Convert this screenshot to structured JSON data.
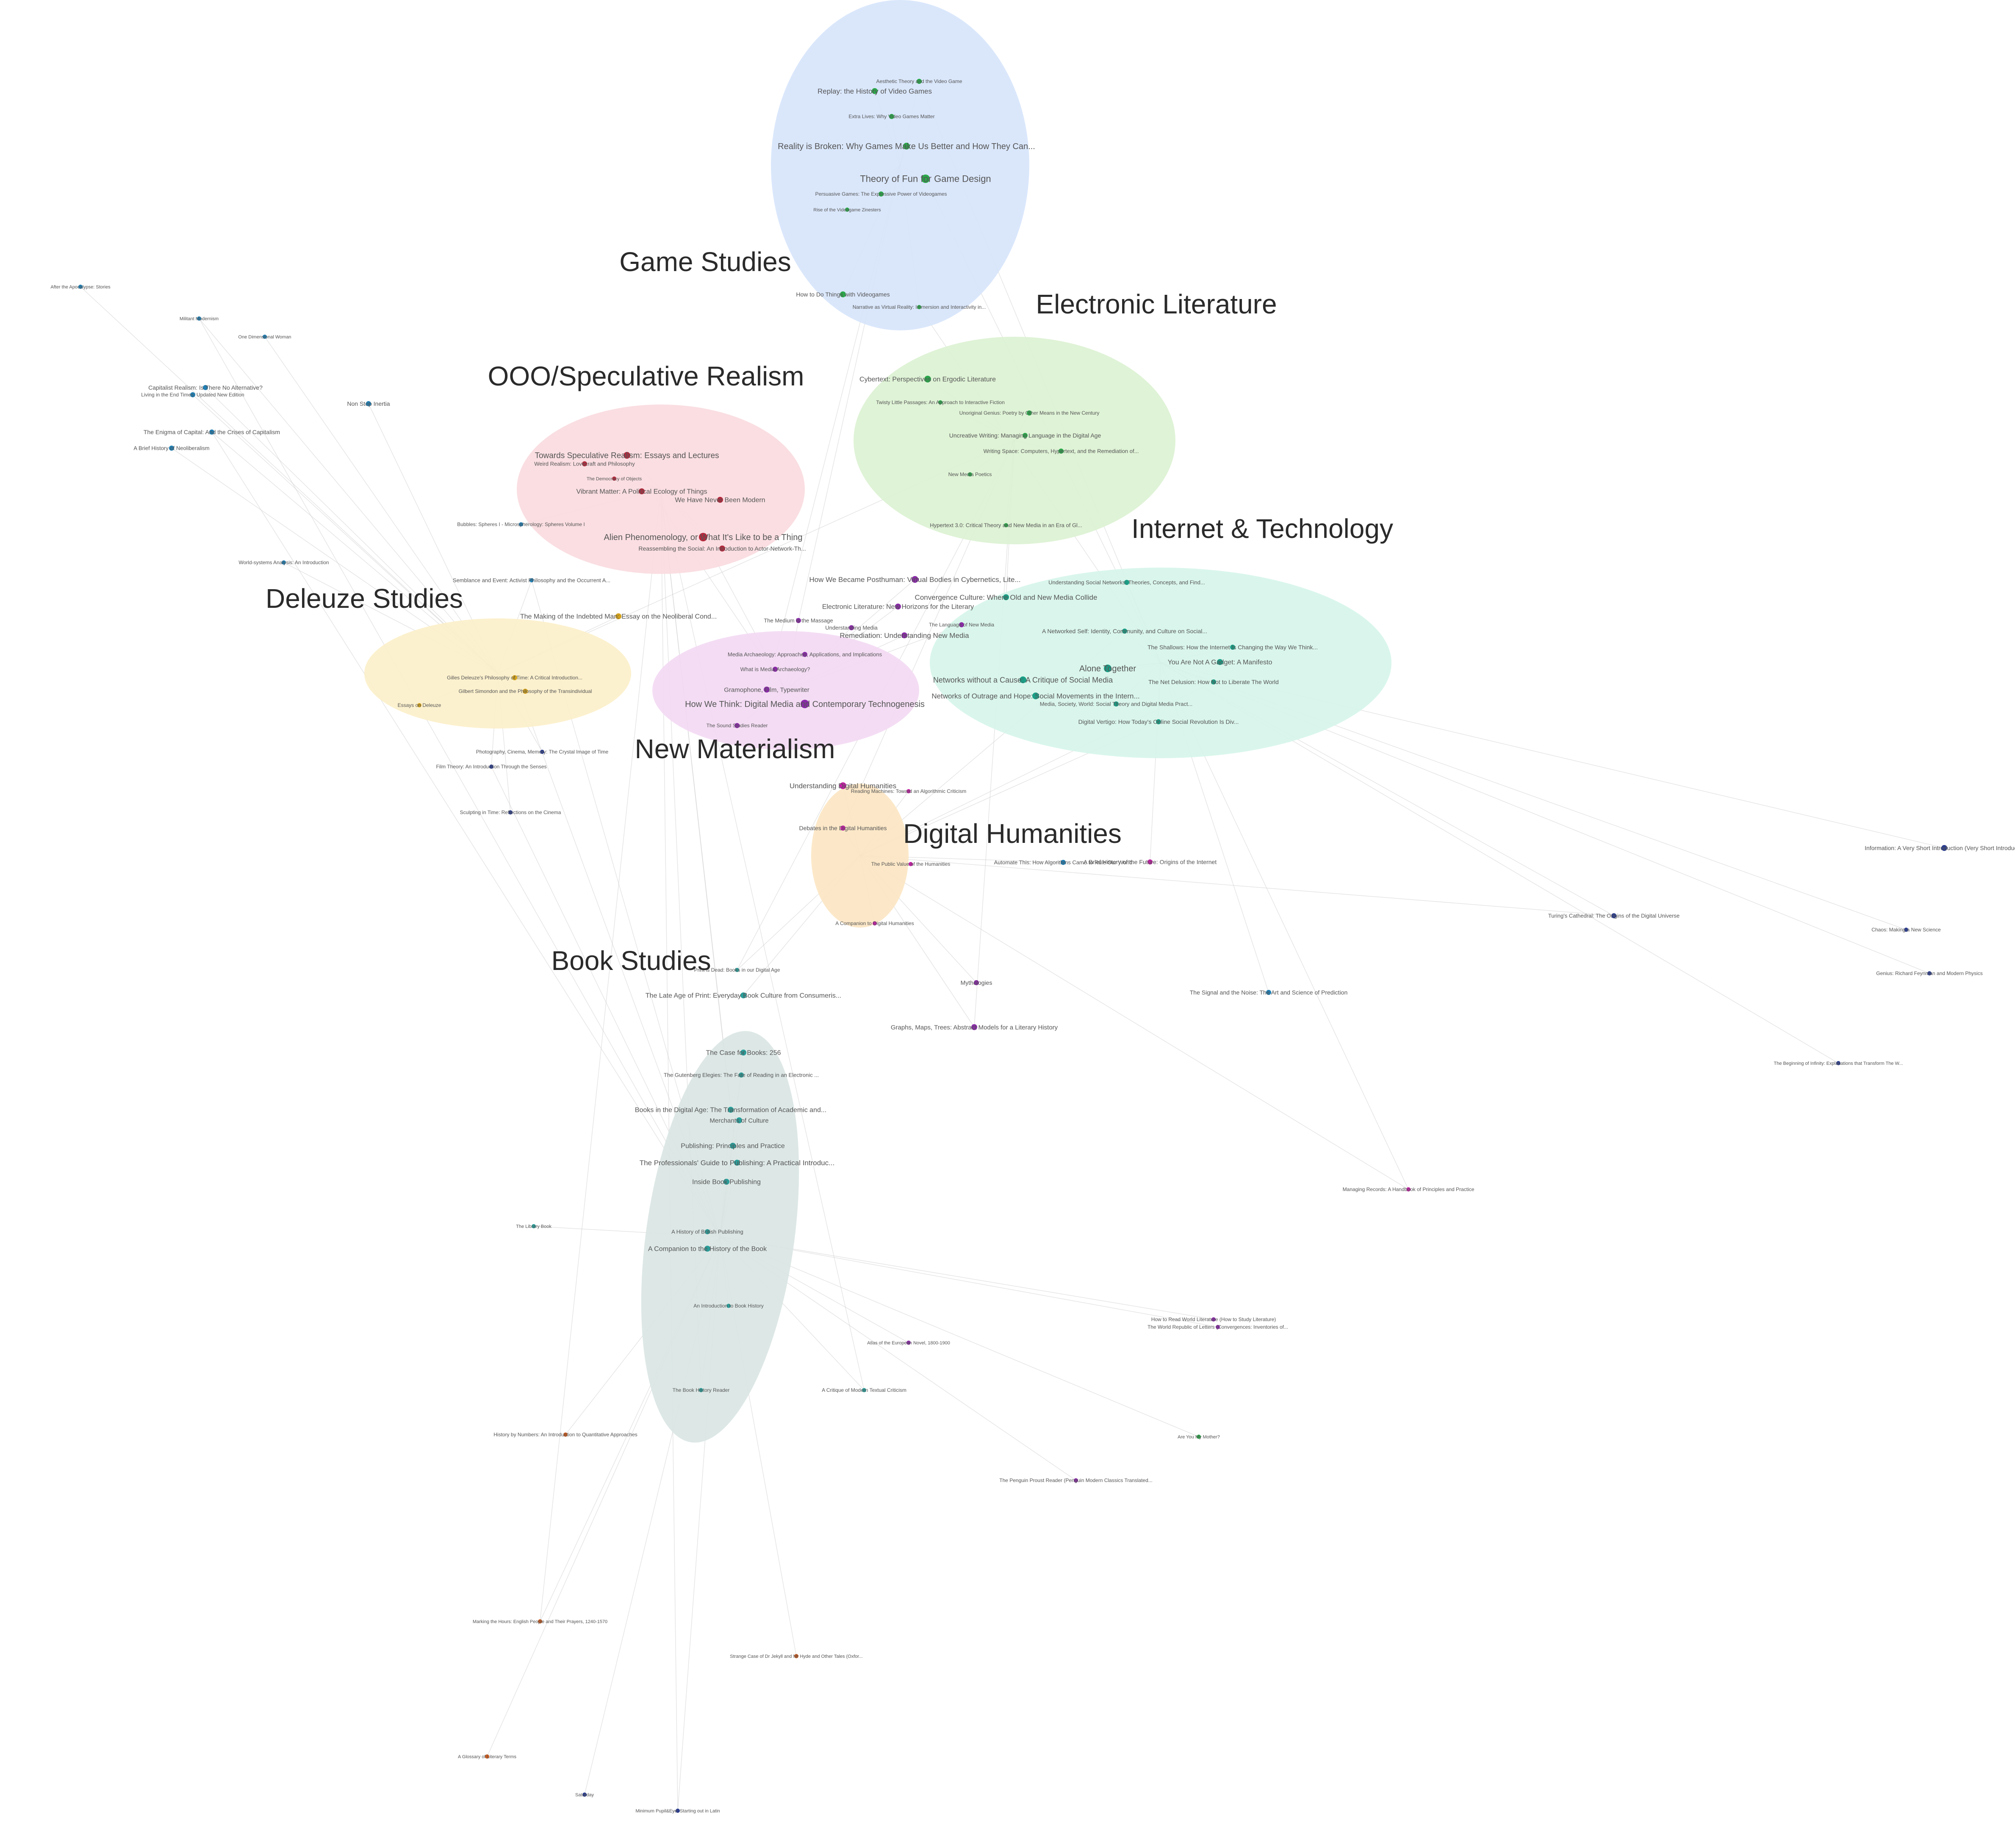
{
  "clusters": [
    {
      "name": "Game Studies",
      "color": "#d6e4fb"
    },
    {
      "name": "Electronic Literature",
      "color": "#dcf2d2"
    },
    {
      "name": "OOO/Speculative Realism",
      "color": "#fadadf"
    },
    {
      "name": "Internet & Technology",
      "color": "#d6f5ea"
    },
    {
      "name": "Deleuze Studies",
      "color": "#fcefc9"
    },
    {
      "name": "New Materialism",
      "color": "#f3d9f3"
    },
    {
      "name": "Digital Humanities",
      "color": "#fce5c2"
    },
    {
      "name": "Book Studies",
      "color": "#d9e6e3"
    }
  ],
  "nodes": [
    {
      "label": "Aesthetic Theory and the Video Game",
      "color": "#2aa84a"
    },
    {
      "label": "Replay: the History of Video Games",
      "color": "#2aa84a"
    },
    {
      "label": "Extra Lives: Why Video Games Matter",
      "color": "#2aa84a"
    },
    {
      "label": "Reality is Broken: Why Games Make Us Better and How They Can...",
      "color": "#2aa84a"
    },
    {
      "label": "Theory of Fun for Game Design",
      "color": "#2aa84a"
    },
    {
      "label": "Persuasive Games: The Expressive Power of Videogames",
      "color": "#2aa84a"
    },
    {
      "label": "Rise of the Videogame Zinesters",
      "color": "#2aa84a"
    },
    {
      "label": "How to Do Things with Videogames",
      "color": "#2aa84a"
    },
    {
      "label": "Narrative as Virtual Reality: Immersion and Interactivity in...",
      "color": "#2aa84a"
    },
    {
      "label": "Cybertext: Perspectives on Ergodic Literature",
      "color": "#2aa84a"
    },
    {
      "label": "Twisty Little Passages: An Approach to Interactive Fiction",
      "color": "#2aa84a"
    },
    {
      "label": "Unoriginal Genius: Poetry by Other Means in the New Century",
      "color": "#2aa84a"
    },
    {
      "label": "Uncreative Writing: Managing Language in the Digital Age",
      "color": "#2aa84a"
    },
    {
      "label": "Writing Space: Computers, Hypertext, and the Remediation of...",
      "color": "#2aa84a"
    },
    {
      "label": "New Media Poetics",
      "color": "#2aa84a"
    },
    {
      "label": "Hypertext 3.0: Critical Theory and New Media in an Era of Gl...",
      "color": "#2aa84a"
    },
    {
      "label": "Towards Speculative Realism: Essays and Lectures",
      "color": "#b5283c"
    },
    {
      "label": "Weird Realism: Lovecraft and Philosophy",
      "color": "#b5283c"
    },
    {
      "label": "Vibrant Matter: A Political Ecology of Things",
      "color": "#b5283c"
    },
    {
      "label": "We Have Never Been Modern",
      "color": "#b5283c"
    },
    {
      "label": "Alien Phenomenology, or What It's Like to be a Thing",
      "color": "#b5283c"
    },
    {
      "label": "Reassembling the Social: An Introduction to Actor-Network-Th...",
      "color": "#b5283c"
    },
    {
      "label": "The Democracy of Objects",
      "color": "#b5283c"
    },
    {
      "label": "Bubbles: Spheres I - Microspherology: Spheres Volume I",
      "color": "#1e7fb5"
    },
    {
      "label": "Semblance and Event: Activist Philosophy and the Occurrent A...",
      "color": "#1e7fb5"
    },
    {
      "label": "How We Became Posthuman: Virtual Bodies in Cybernetics, Lite...",
      "color": "#8a2aa8"
    },
    {
      "label": "Convergence Culture: Where Old and New Media Collide",
      "color": "#1b9e86"
    },
    {
      "label": "Understanding Social Networks: Theories, Concepts, and Find...",
      "color": "#1b9e86"
    },
    {
      "label": "A Networked Self: Identity, Community, and Culture on Social...",
      "color": "#1b9e86"
    },
    {
      "label": "The Shallows: How the Internet Is Changing the Way We Think...",
      "color": "#1b9e86"
    },
    {
      "label": "Alone Together",
      "color": "#1b9e86"
    },
    {
      "label": "You Are Not A Gadget: A Manifesto",
      "color": "#1b9e86"
    },
    {
      "label": "The Net Delusion: How Not to Liberate The World",
      "color": "#1b9e86"
    },
    {
      "label": "Networks without a Cause: A Critique of Social Media",
      "color": "#1b9e86"
    },
    {
      "label": "Networks of Outrage and Hope: Social Movements in the Intern...",
      "color": "#1b9e86"
    },
    {
      "label": "Media, Society, World: Social Theory and Digital Media Pract...",
      "color": "#1b9e86"
    },
    {
      "label": "Digital Vertigo: How Today's Online Social Revolution Is Div...",
      "color": "#1b9e86"
    },
    {
      "label": "The Language of New Media",
      "color": "#8a2aa8"
    },
    {
      "label": "Remediation: Understanding New Media",
      "color": "#8a2aa8"
    },
    {
      "label": "Electronic Literature: New Horizons for the Literary",
      "color": "#8a2aa8"
    },
    {
      "label": "The Medium is the Massage",
      "color": "#8a2aa8"
    },
    {
      "label": "Understanding Media",
      "color": "#8a2aa8"
    },
    {
      "label": "Media Archaeology: Approaches, Applications, and Implications",
      "color": "#8a2aa8"
    },
    {
      "label": "What is Media Archaeology?",
      "color": "#8a2aa8"
    },
    {
      "label": "Gramophone, Film, Typewriter",
      "color": "#8a2aa8"
    },
    {
      "label": "How We Think: Digital Media and Contemporary Technogenesis",
      "color": "#8a2aa8"
    },
    {
      "label": "The Sound Studies Reader",
      "color": "#8a2aa8"
    },
    {
      "label": "The Making of the Indebted Man: Essay on the Neoliberal Cond...",
      "color": "#d4a21a"
    },
    {
      "label": "Gilles Deleuze's Philosophy of Time: A Critical Introduction...",
      "color": "#d4a21a"
    },
    {
      "label": "Gilbert Simondon and the Philosophy of the Transindividual",
      "color": "#d4a21a"
    },
    {
      "label": "Essays on Deleuze",
      "color": "#d4a21a"
    },
    {
      "label": "Photography, Cinema, Memory: The Crystal Image of Time",
      "color": "#2b3d8f"
    },
    {
      "label": "Film Theory: An Introduction Through the Senses",
      "color": "#2b3d8f"
    },
    {
      "label": "Sculpting in Time: Reflections on the Cinema",
      "color": "#2b3d8f"
    },
    {
      "label": "Understanding Digital Humanities",
      "color": "#c21fa5"
    },
    {
      "label": "Reading Machines: Toward an Algorithmic Criticism",
      "color": "#c21fa5"
    },
    {
      "label": "Debates in the Digital Humanities",
      "color": "#c21fa5"
    },
    {
      "label": "A Companion to Digital Humanities",
      "color": "#c21fa5"
    },
    {
      "label": "The Public Value of the Humanities",
      "color": "#c21fa5"
    },
    {
      "label": "Mythologies",
      "color": "#8a2aa8"
    },
    {
      "label": "Graphs, Maps, Trees: Abstract Models for a Literary History",
      "color": "#8a2aa8"
    },
    {
      "label": "Automate This: How Algorithms Came to Rule Our World",
      "color": "#1e7fb5"
    },
    {
      "label": "A Brief History of the Future: Origins of the Internet",
      "color": "#c21fa5"
    },
    {
      "label": "The Signal and the Noise: The Art and Science of Prediction",
      "color": "#1e7fb5"
    },
    {
      "label": "Print is Dead: Books in our Digital Age",
      "color": "#2a9e9a"
    },
    {
      "label": "The Late Age of Print: Everyday Book Culture from Consumeris...",
      "color": "#2a9e9a"
    },
    {
      "label": "The Case for Books: 256",
      "color": "#2a9e9a"
    },
    {
      "label": "The Gutenberg Elegies: The Fate of Reading in an Electronic ...",
      "color": "#2a9e9a"
    },
    {
      "label": "Books in the Digital Age: The Transformation of Academic and...",
      "color": "#2a9e9a"
    },
    {
      "label": "Merchants of Culture",
      "color": "#2a9e9a"
    },
    {
      "label": "Publishing: Principles and Practice",
      "color": "#2a9e9a"
    },
    {
      "label": "Inside Book Publishing",
      "color": "#2a9e9a"
    },
    {
      "label": "The Professionals' Guide to Publishing: A Practical Introduc...",
      "color": "#2a9e9a"
    },
    {
      "label": "A History of British Publishing",
      "color": "#2a9e9a"
    },
    {
      "label": "A Companion to the History of the Book",
      "color": "#2a9e9a"
    },
    {
      "label": "An Introduction to Book History",
      "color": "#2a9e9a"
    },
    {
      "label": "The Book History Reader",
      "color": "#2a9e9a"
    },
    {
      "label": "The Library Book",
      "color": "#2a9e9a"
    },
    {
      "label": "Capitalist Realism: Is There No Alternative?",
      "color": "#1e7fb5"
    },
    {
      "label": "Living in the End Times: Updated New Edition",
      "color": "#1e7fb5"
    },
    {
      "label": "The Enigma of Capital: And the Crises of Capitalism",
      "color": "#1e7fb5"
    },
    {
      "label": "A Brief History of Neoliberalism",
      "color": "#1e7fb5"
    },
    {
      "label": "World-systems Analysis: An Introduction",
      "color": "#1e7fb5"
    },
    {
      "label": "One Dimensional Woman",
      "color": "#1e7fb5"
    },
    {
      "label": "Militant Modernism",
      "color": "#1e7fb5"
    },
    {
      "label": "After the Apocalypse: Stories",
      "color": "#1e7fb5"
    },
    {
      "label": "Non Stop Inertia",
      "color": "#1e7fb5"
    },
    {
      "label": "Information: A Very Short Introduction (Very Short Introduct...",
      "color": "#2b3d8f"
    },
    {
      "label": "Turing's Cathedral: The Origins of the Digital Universe",
      "color": "#2b3d8f"
    },
    {
      "label": "Chaos: Making a New Science",
      "color": "#2b3d8f"
    },
    {
      "label": "Genius: Richard Feynman and Modern Physics",
      "color": "#2b3d8f"
    },
    {
      "label": "The Beginning of Infinity: Explanations that Transform The W...",
      "color": "#2b3d8f"
    },
    {
      "label": "Managing Records: A Handbook of Principles and Practice",
      "color": "#c21fa5"
    },
    {
      "label": "How to Read World Literature (How to Study Literature)",
      "color": "#8a2aa8"
    },
    {
      "label": "The World Republic of Letters (Convergences: Inventories of...",
      "color": "#8a2aa8"
    },
    {
      "label": "Atlas of the European Novel, 1800-1900",
      "color": "#8a2aa8"
    },
    {
      "label": "A Critique of Modern Textual Criticism",
      "color": "#2a9e9a"
    },
    {
      "label": "Are You My Mother?",
      "color": "#2aa84a"
    },
    {
      "label": "The Penguin Proust Reader (Penguin Modern Classics Translated...",
      "color": "#8a2aa8"
    },
    {
      "label": "History by Numbers: An Introduction to Quantitative Approaches",
      "color": "#c95a1e"
    },
    {
      "label": "Marking the Hours: English People and Their Prayers, 1240-1570",
      "color": "#c95a1e"
    },
    {
      "label": "Strange Case of Dr Jekyll and Mr Hyde and Other Tales (Oxfor...",
      "color": "#c95a1e"
    },
    {
      "label": "A Glossary of Literary Terms",
      "color": "#c95a1e"
    },
    {
      "label": "Saturday",
      "color": "#2b3d8f"
    },
    {
      "label": "Minimum Pupil&Eye: Starting out in Latin",
      "color": "#2b3d8f"
    }
  ]
}
